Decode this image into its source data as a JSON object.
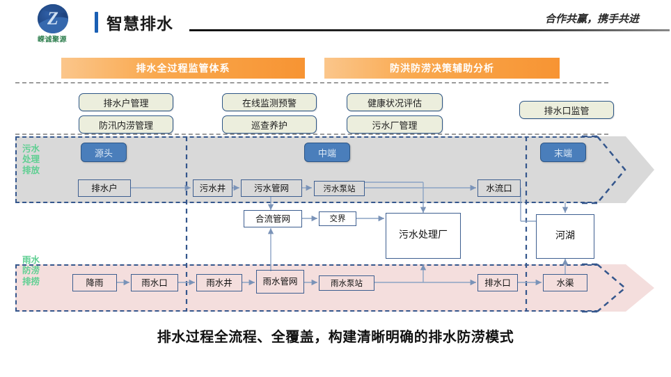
{
  "header": {
    "title": "智慧排水",
    "slogan": "合作共赢，携手共进",
    "logo_text": "嵘诚聚源",
    "logo_mark": "Z"
  },
  "banners": [
    {
      "label": "排水全过程监管体系"
    },
    {
      "label": "防洪防涝决策辅助分析"
    }
  ],
  "tags": [
    {
      "label": "排水户管理"
    },
    {
      "label": "防汛内涝管理"
    },
    {
      "label": "在线监测预警"
    },
    {
      "label": "巡查养护"
    },
    {
      "label": "健康状况评估"
    },
    {
      "label": "污水厂管理"
    },
    {
      "label": "排水口监管"
    }
  ],
  "stages": [
    {
      "label": "源头"
    },
    {
      "label": "中端"
    },
    {
      "label": "末端"
    }
  ],
  "bands": [
    {
      "label": "污水\n处理\n排放",
      "line1": "污水",
      "line2": "处理",
      "line3": "排放",
      "color": "#d9d9d9"
    },
    {
      "label": "雨水\n防涝\n排捞",
      "line1": "雨水",
      "line2": "防涝",
      "line3": "排捞",
      "color": "#f4dedd"
    }
  ],
  "nodes": {
    "sewage": [
      {
        "label": "排水户"
      },
      {
        "label": "污水井"
      },
      {
        "label": "污水管网"
      },
      {
        "label": "污水泵站"
      },
      {
        "label": "水流口"
      }
    ],
    "middle": [
      {
        "label": "合流管网"
      },
      {
        "label": "交界"
      },
      {
        "label": "污水处理厂"
      },
      {
        "label": "河湖"
      }
    ],
    "rain": [
      {
        "label": "降雨"
      },
      {
        "label": "雨水口"
      },
      {
        "label": "雨水井"
      },
      {
        "label": "雨水管网"
      },
      {
        "label": "雨水泵站"
      },
      {
        "label": "排水口"
      },
      {
        "label": "水渠"
      }
    ]
  },
  "caption": "排水过程全流程、全覆盖，构建清晰明确的排水防涝模式",
  "colors": {
    "banner_orange": "#f79433",
    "stage_blue": "#4a7ebb",
    "node_border": "#3c5d8f",
    "tag_fill": "#eceedd",
    "band_sewage": "#d9d9d9",
    "band_rain": "#f4dedd",
    "band_label_green": "#5fcf92",
    "dash_blue": "#34568c",
    "dash_gray": "#9b9b9b"
  }
}
